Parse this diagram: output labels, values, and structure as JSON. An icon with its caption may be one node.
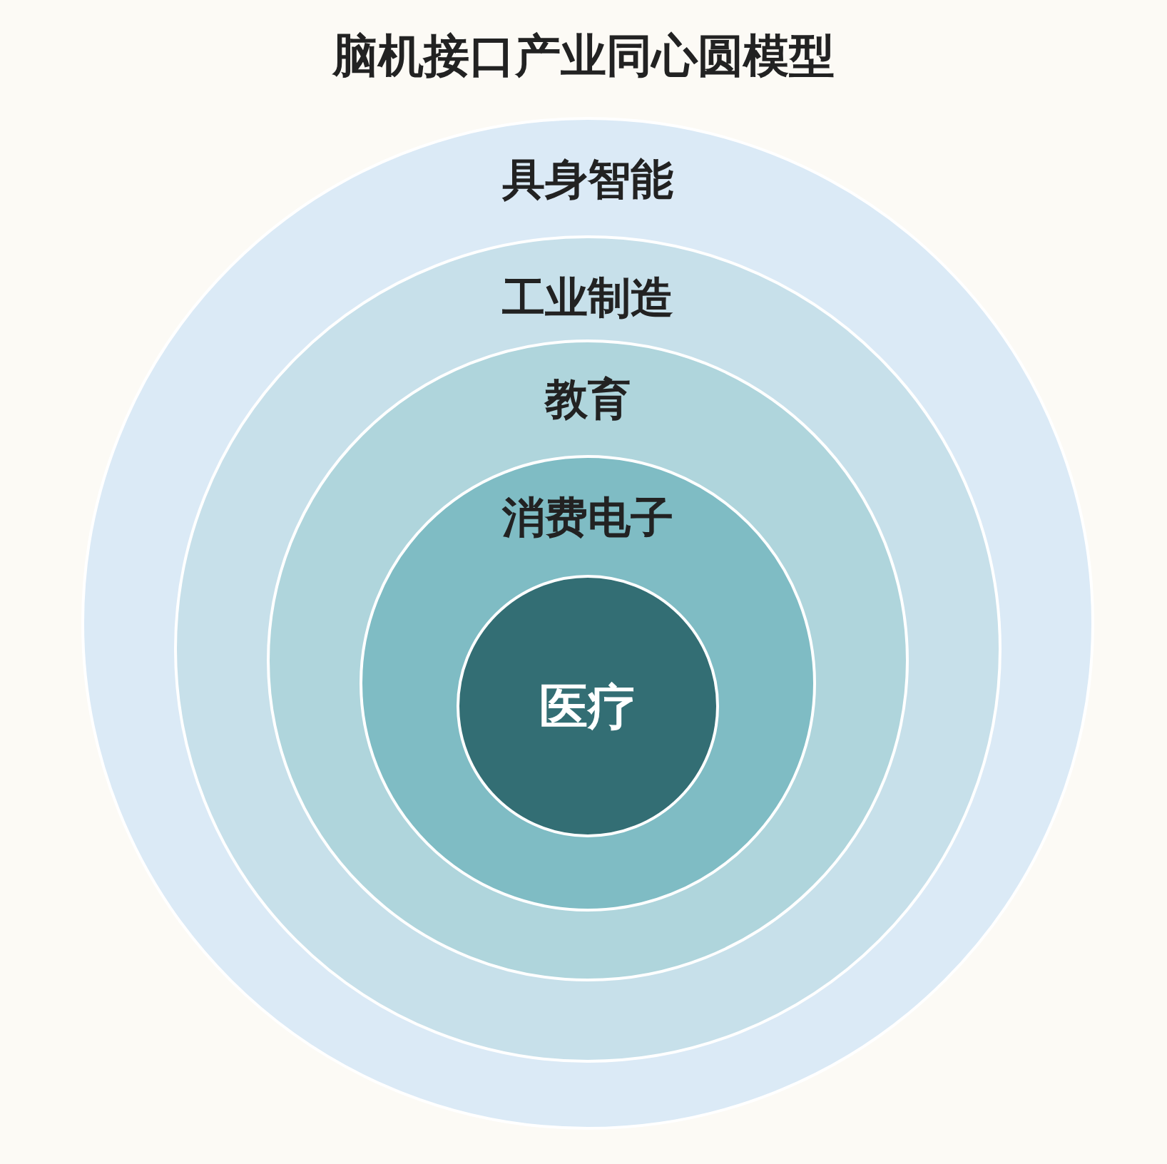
{
  "diagram": {
    "title": "脑机接口产业同心圆模型",
    "nodes": [
      {
        "text": [
          "具身智能"
        ]
      },
      {
        "text": [
          "工业制造"
        ],
        "in": 0
      },
      {
        "text": [
          "教育"
        ],
        "in": 1
      },
      {
        "text": [
          "消费电子"
        ],
        "in": 2
      },
      {
        "text": [
          "医疗"
        ],
        "in": 3
      }
    ]
  }
}
